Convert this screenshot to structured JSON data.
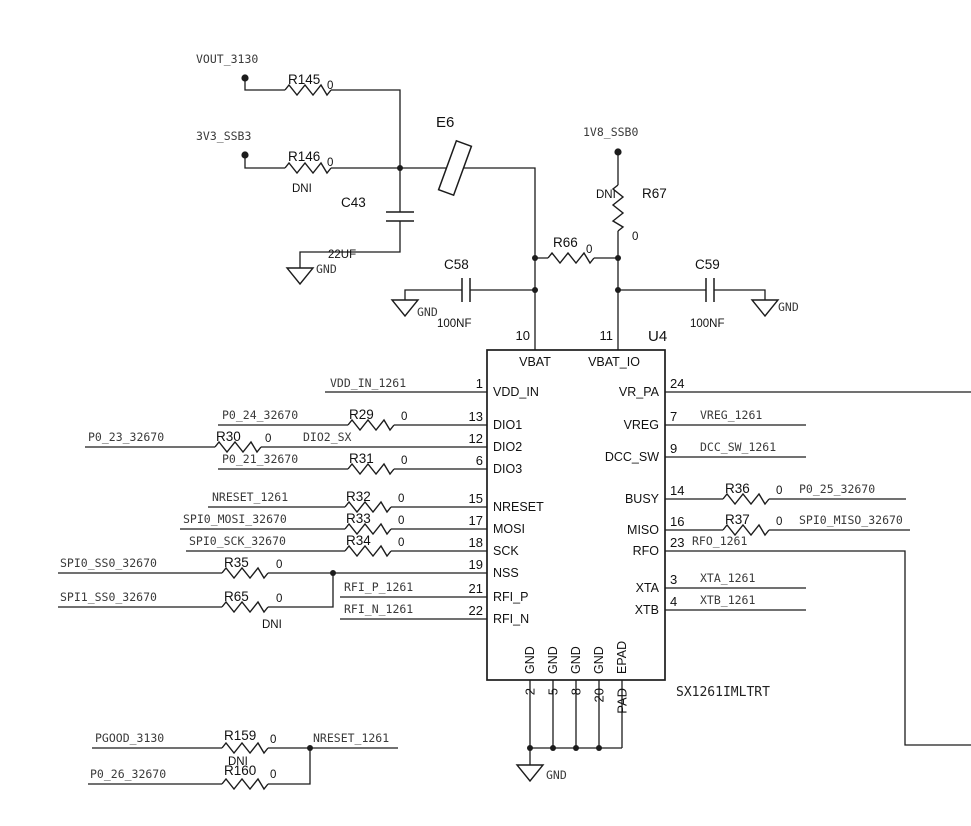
{
  "colors": {
    "line": "#1c1c1c",
    "net_text": "#3a3a3a",
    "background": "#ffffff"
  },
  "gnd": "GND",
  "top": {
    "vout_net": "VOUT_3130",
    "r145_ref": "R145",
    "r145_val": "0",
    "v33_net": "3V3_SSB3",
    "r146_ref": "R146",
    "r146_val": "0",
    "r146_note": "DNI",
    "c43_ref": "C43",
    "c43_val": "22UF",
    "e6_ref": "E6",
    "v18_net": "1V8_SSB0",
    "r67_ref": "R67",
    "r67_val": "0",
    "r67_note": "DNI",
    "r66_ref": "R66",
    "r66_val": "0",
    "c58_ref": "C58",
    "c58_val": "100NF",
    "c59_ref": "C59",
    "c59_val": "100NF"
  },
  "chip": {
    "ref": "U4",
    "part": "SX1261IMLTRT",
    "pins": {
      "vbat": {
        "num": "10",
        "name": "VBAT"
      },
      "vbat_io": {
        "num": "11",
        "name": "VBAT_IO"
      },
      "vdd_in": {
        "num": "1",
        "name": "VDD_IN"
      },
      "dio1": {
        "num": "13",
        "name": "DIO1"
      },
      "dio2": {
        "num": "12",
        "name": "DIO2"
      },
      "dio3": {
        "num": "6",
        "name": "DIO3"
      },
      "nreset": {
        "num": "15",
        "name": "NRESET"
      },
      "mosi": {
        "num": "17",
        "name": "MOSI"
      },
      "sck": {
        "num": "18",
        "name": "SCK"
      },
      "nss": {
        "num": "19",
        "name": "NSS"
      },
      "rfi_p": {
        "num": "21",
        "name": "RFI_P"
      },
      "rfi_n": {
        "num": "22",
        "name": "RFI_N"
      },
      "vr_pa": {
        "num": "24",
        "name": "VR_PA"
      },
      "vreg": {
        "num": "7",
        "name": "VREG"
      },
      "dcc_sw": {
        "num": "9",
        "name": "DCC_SW"
      },
      "busy": {
        "num": "14",
        "name": "BUSY"
      },
      "miso": {
        "num": "16",
        "name": "MISO"
      },
      "rfo": {
        "num": "23",
        "name": "RFO"
      },
      "xta": {
        "num": "3",
        "name": "XTA"
      },
      "xtb": {
        "num": "4",
        "name": "XTB"
      },
      "gnd2": {
        "num": "2",
        "name": "GND"
      },
      "gnd5": {
        "num": "5",
        "name": "GND"
      },
      "gnd8": {
        "num": "8",
        "name": "GND"
      },
      "gnd20": {
        "num": "20",
        "name": "GND"
      },
      "epad": {
        "num": "PAD",
        "name": "EPAD"
      }
    }
  },
  "left": {
    "vdd_net": "VDD_IN_1261",
    "dio1_net": "P0_24_32670",
    "r29_ref": "R29",
    "r29_val": "0",
    "dio2_net": "P0_23_32670",
    "r30_ref": "R30",
    "r30_val": "0",
    "dio2_alias": "DIO2_SX",
    "dio3_net": "P0_21_32670",
    "r31_ref": "R31",
    "r31_val": "0",
    "nreset_net": "NRESET_1261",
    "r32_ref": "R32",
    "r32_val": "0",
    "mosi_net": "SPI0_MOSI_32670",
    "r33_ref": "R33",
    "r33_val": "0",
    "sck_net": "SPI0_SCK_32670",
    "r34_ref": "R34",
    "r34_val": "0",
    "nss_net": "SPI0_SS0_32670",
    "r35_ref": "R35",
    "r35_val": "0",
    "nss2_net": "SPI1_SS0_32670",
    "r65_ref": "R65",
    "r65_val": "0",
    "r65_note": "DNI",
    "rfi_p_net": "RFI_P_1261",
    "rfi_n_net": "RFI_N_1261"
  },
  "right": {
    "vreg_net": "VREG_1261",
    "dcc_sw_net": "DCC_SW_1261",
    "r36_ref": "R36",
    "r36_val": "0",
    "busy_net": "P0_25_32670",
    "r37_ref": "R37",
    "r37_val": "0",
    "miso_net": "SPI0_MISO_32670",
    "rfo_net": "RFO_1261",
    "xta_net": "XTA_1261",
    "xtb_net": "XTB_1261"
  },
  "bottom": {
    "pgood_net": "PGOOD_3130",
    "r159_ref": "R159",
    "r159_val": "0",
    "r159_note": "DNI",
    "nreset_net": "NRESET_1261",
    "p026_net": "P0_26_32670",
    "r160_ref": "R160",
    "r160_val": "0"
  }
}
